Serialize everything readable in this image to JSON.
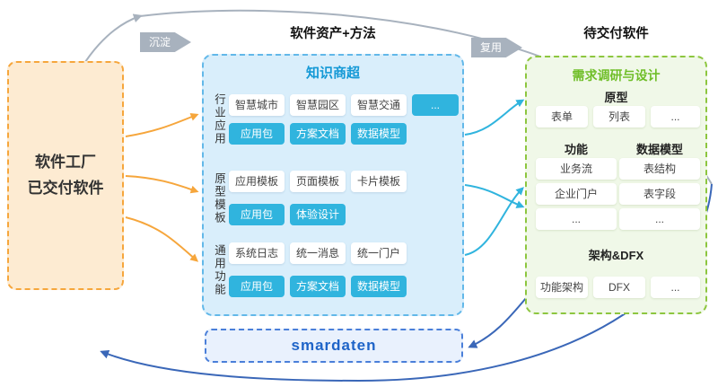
{
  "titles": {
    "assets_method": "软件资产+方法",
    "to_deliver": "待交付软件"
  },
  "badges": {
    "precipitate": "沉淀",
    "reuse": "复用"
  },
  "left_box": {
    "line1": "软件工厂",
    "line2": "已交付软件"
  },
  "knowledge": {
    "title": "知识商超",
    "rows": [
      {
        "label": "行业应用",
        "white": [
          "智慧城市",
          "智慧园区",
          "智慧交通"
        ],
        "extra": "...",
        "cyan": [
          "应用包",
          "方案文档",
          "数据模型"
        ]
      },
      {
        "label": "原型模板",
        "white": [
          "应用模板",
          "页面模板",
          "卡片模板"
        ],
        "cyan": [
          "应用包",
          "体验设计"
        ]
      },
      {
        "label": "通用功能",
        "white": [
          "系统日志",
          "统一消息",
          "统一门户"
        ],
        "cyan": [
          "应用包",
          "方案文档",
          "数据模型"
        ]
      }
    ]
  },
  "design": {
    "title": "需求调研与设计",
    "proto_header": "原型",
    "proto_items": [
      "表单",
      "列表",
      "..."
    ],
    "func_header": "功能",
    "model_header": "数据模型",
    "func_items": [
      "业务流",
      "企业门户",
      "..."
    ],
    "model_items": [
      "表结构",
      "表字段",
      "..."
    ],
    "arch_header": "架构&DFX",
    "arch_items": [
      "功能架构",
      "DFX",
      "..."
    ]
  },
  "platform": {
    "name": "smardaten"
  },
  "colors": {
    "orange_accent": "#F6A63C",
    "cyan_accent": "#30B4DE",
    "blue_border": "#62B8E9",
    "green_accent": "#8DC63F",
    "green_title": "#6FBE28",
    "knowledge_title": "#1499D6",
    "cycle_gray": "#A8B2BE",
    "cycle_blue": "#3A67B8",
    "brand_blue": "#1E64C8"
  }
}
